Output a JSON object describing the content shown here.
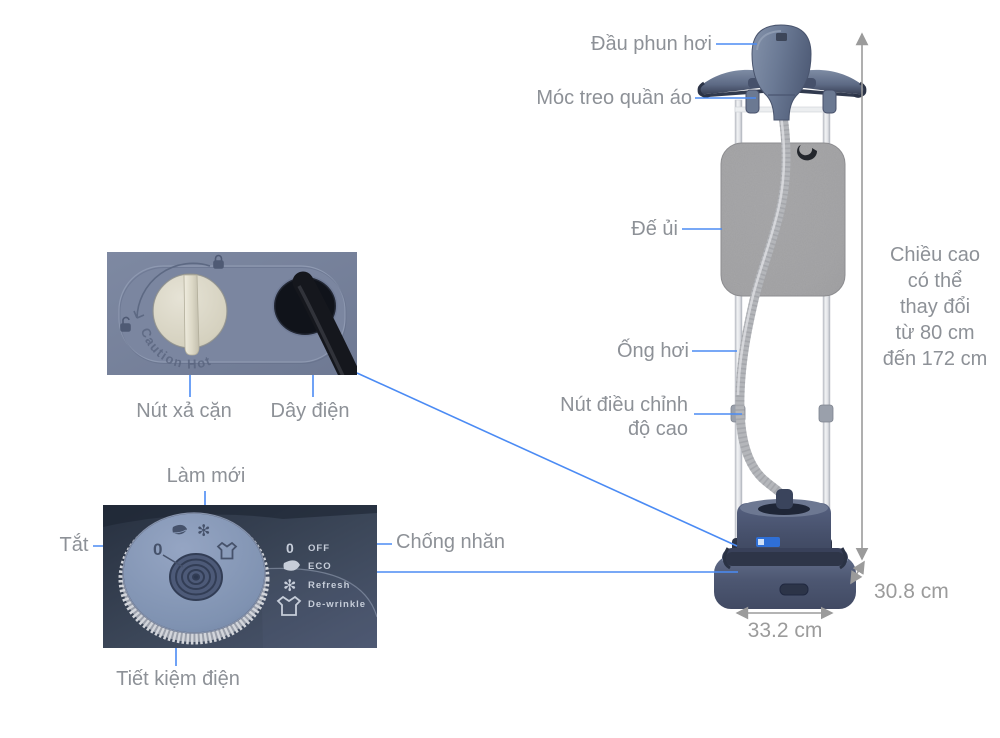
{
  "product_labels": {
    "steam_head": "Đầu phun hơi",
    "hanger": "Móc treo quần áo",
    "iron_pad": "Đế ủi",
    "steam_hose": "Ống hơi",
    "height_adjust_line1": "Nút điều chỉnh",
    "height_adjust_line2": "độ cao",
    "drain_knob": "Nút xả cặn",
    "power_cord": "Dây điện",
    "mode_refresh": "Làm mới",
    "mode_off": "Tắt",
    "mode_dewrinkle": "Chống nhăn",
    "mode_eco": "Tiết kiệm điện"
  },
  "dimensions": {
    "height_note_line1": "Chiều cao",
    "height_note_line2": "có thể",
    "height_note_line3": "thay đổi",
    "height_note_line4": "từ 80 cm",
    "height_note_line5": "đến 172 cm",
    "depth": "30.8 cm",
    "width": "33.2 cm"
  },
  "inset_drain": {
    "embossed_text": "Caution Hot"
  },
  "dial_legend": {
    "items": [
      {
        "icon": "power-off-icon",
        "label": "OFF"
      },
      {
        "icon": "leaf-icon",
        "label": "ECO"
      },
      {
        "icon": "flower-icon",
        "label": "Refresh"
      },
      {
        "icon": "shirt-icon",
        "label": "De-wrinkle"
      }
    ],
    "flower_glyph": "✻",
    "zero_glyph": "0"
  },
  "dial_face_glyphs": {
    "zero": "0",
    "flower": "✻"
  },
  "colors": {
    "leader_line": "#4b8bf4",
    "label_text": "#8d9197",
    "dimension": "#9b9b9b",
    "product_navy": "#4b5570",
    "pad_gray": "#a7a7a9"
  }
}
